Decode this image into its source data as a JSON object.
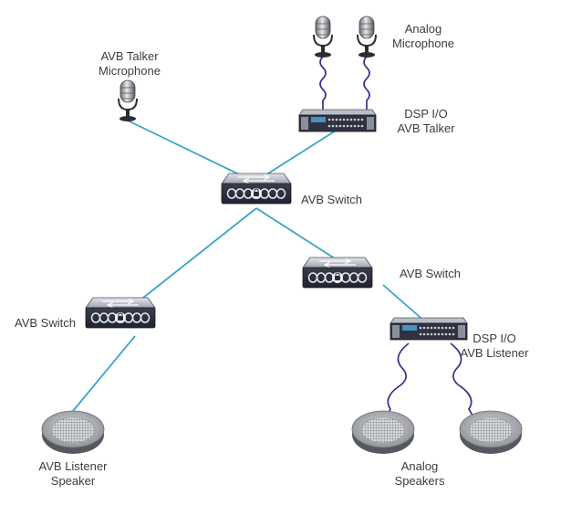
{
  "labels": {
    "avb_talker_mic": [
      "AVB Talker",
      "Microphone"
    ],
    "analog_mic": [
      "Analog",
      "Microphone"
    ],
    "dsp_talker": [
      "DSP I/O",
      "AVB Talker"
    ],
    "switch_center": "AVB Switch",
    "switch_right": "AVB Switch",
    "switch_left": "AVB Switch",
    "dsp_listener": [
      "DSP I/O",
      "AVB Listener"
    ],
    "avb_listener_speaker": [
      "AVB Listener",
      "Speaker"
    ],
    "analog_speakers": [
      "Analog",
      "Speakers"
    ]
  },
  "colors": {
    "network_link": "#3aa3c8",
    "analog_cable": "#3a2e8c",
    "device_dark": "#2a2d3a",
    "device_light": "#c9ccd3"
  },
  "icons": [
    "microphone-icon",
    "avb-switch-icon",
    "dsp-rack-icon",
    "speaker-icon"
  ]
}
